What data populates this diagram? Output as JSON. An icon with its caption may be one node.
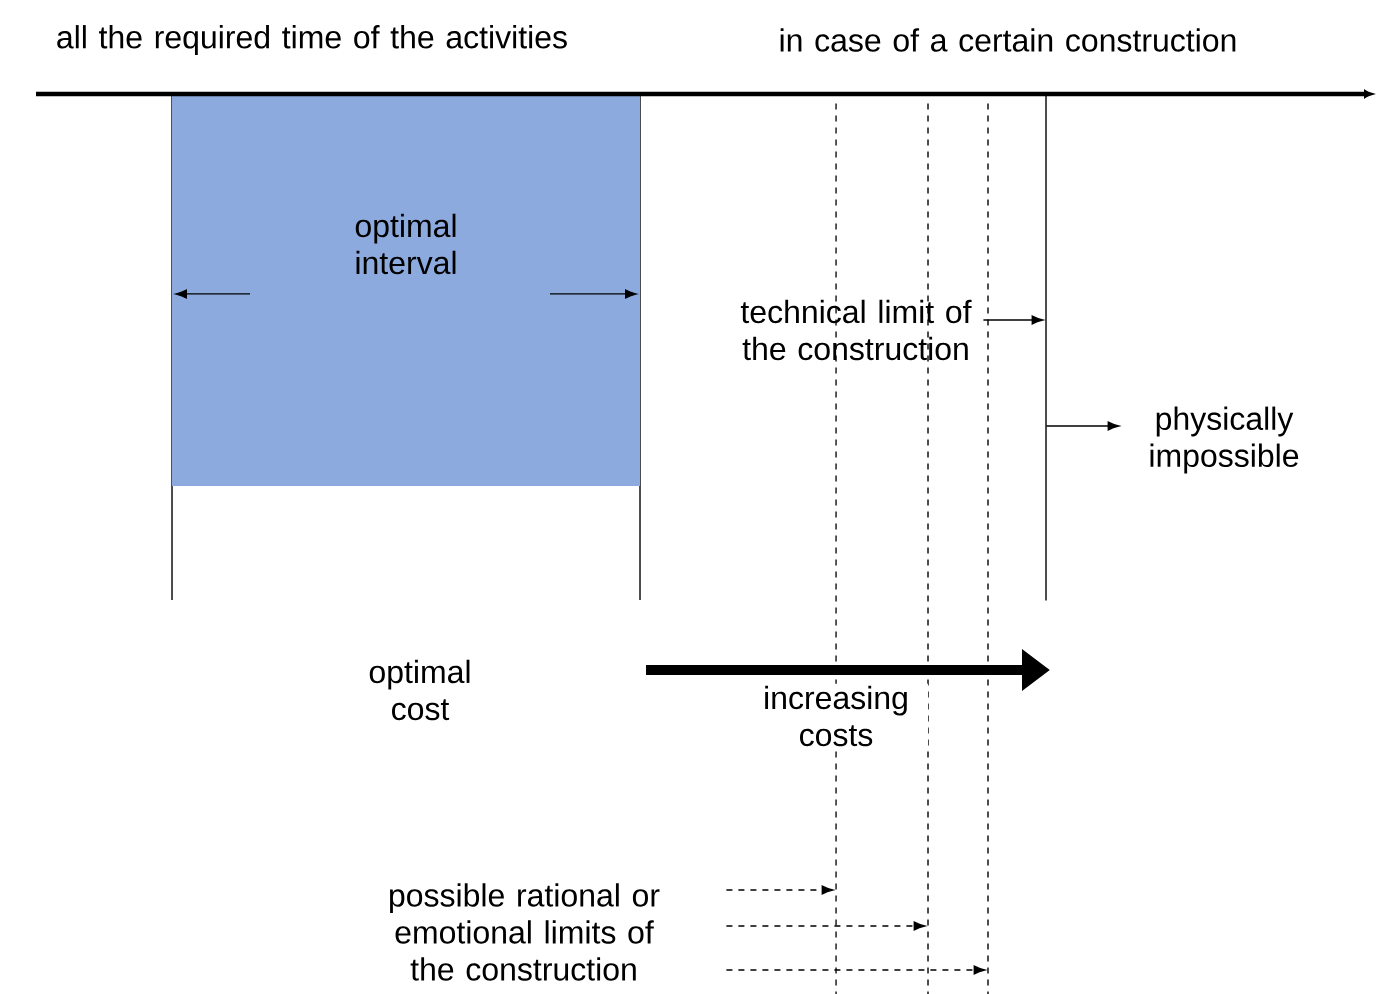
{
  "diagram": {
    "nodes": [
      {
        "text": [
          "optimal interval"
        ]
      },
      {
        "text": [
          "technical limit of the construction"
        ]
      },
      {
        "text": [
          "physically impossible"
        ]
      },
      {
        "text": [
          "possible rational or emotional limits of the construction"
        ]
      },
      {
        "text": [],
        "shape": "line"
      },
      {
        "text": [],
        "shape": "line"
      },
      {
        "text": [],
        "shape": "line"
      },
      {
        "text": [],
        "shape": "line"
      }
    ],
    "edges": [
      {
        "from": 1,
        "to": 7,
        "arrow": "to"
      },
      {
        "from": 7,
        "to": 2,
        "arrow": "to"
      },
      {
        "from": 3,
        "to": 4,
        "arrow": "to",
        "style": "dashed"
      },
      {
        "from": 3,
        "to": 5,
        "arrow": "to",
        "style": "dashed"
      },
      {
        "from": 3,
        "to": 6,
        "arrow": "to",
        "style": "dashed"
      }
    ],
    "labels": [
      "all the required time of the activities",
      "in case of a certain construction",
      "optimal cost",
      "increasing costs"
    ]
  }
}
